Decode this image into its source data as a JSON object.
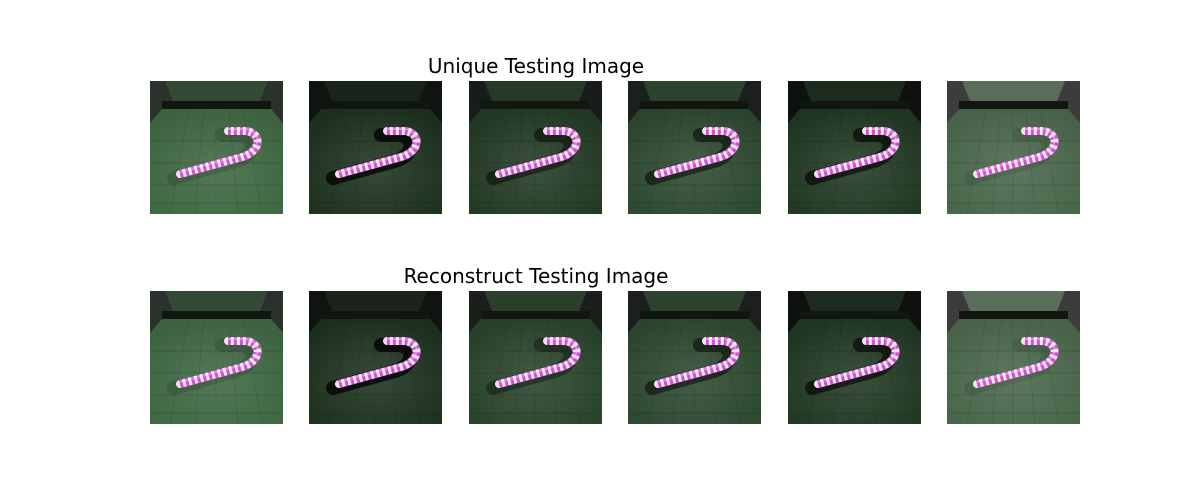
{
  "figure": {
    "rows": [
      {
        "title": "Unique Testing Image",
        "images": [
          {
            "floor_color": "#3f6a43",
            "wall_color": "#2a322b",
            "ceiling_color": "#334a36",
            "shadow_opacity": 0.15
          },
          {
            "floor_color": "#1e3320",
            "wall_color": "#0f1410",
            "ceiling_color": "#1a241b",
            "shadow_opacity": 0.75
          },
          {
            "floor_color": "#233b25",
            "wall_color": "#191d19",
            "ceiling_color": "#263a28",
            "shadow_opacity": 0.45
          },
          {
            "floor_color": "#2e4a31",
            "wall_color": "#1b201c",
            "ceiling_color": "#2c4330",
            "shadow_opacity": 0.5
          },
          {
            "floor_color": "#223a24",
            "wall_color": "#0e120f",
            "ceiling_color": "#1e2c20",
            "shadow_opacity": 0.6
          },
          {
            "floor_color": "#49684b",
            "wall_color": "#3a3d3a",
            "ceiling_color": "#5a6d5b",
            "shadow_opacity": 0.1
          }
        ]
      },
      {
        "title": "Reconstruct Testing Image",
        "images": [
          {
            "floor_color": "#3f6a43",
            "wall_color": "#2a322b",
            "ceiling_color": "#334a36",
            "shadow_opacity": 0.15
          },
          {
            "floor_color": "#1e3320",
            "wall_color": "#0f1410",
            "ceiling_color": "#1a241b",
            "shadow_opacity": 0.75
          },
          {
            "floor_color": "#2a452c",
            "wall_color": "#1a1f1a",
            "ceiling_color": "#2a3f2c",
            "shadow_opacity": 0.35
          },
          {
            "floor_color": "#2e4a31",
            "wall_color": "#1b201c",
            "ceiling_color": "#2c4330",
            "shadow_opacity": 0.5
          },
          {
            "floor_color": "#223a24",
            "wall_color": "#0e120f",
            "ceiling_color": "#1e2c20",
            "shadow_opacity": 0.6
          },
          {
            "floor_color": "#49684b",
            "wall_color": "#3a3d3a",
            "ceiling_color": "#5a6d5b",
            "shadow_opacity": 0.1
          }
        ]
      }
    ],
    "cane_colors": {
      "stripe": "#d94ad9",
      "base": "#f2e6f2"
    }
  }
}
